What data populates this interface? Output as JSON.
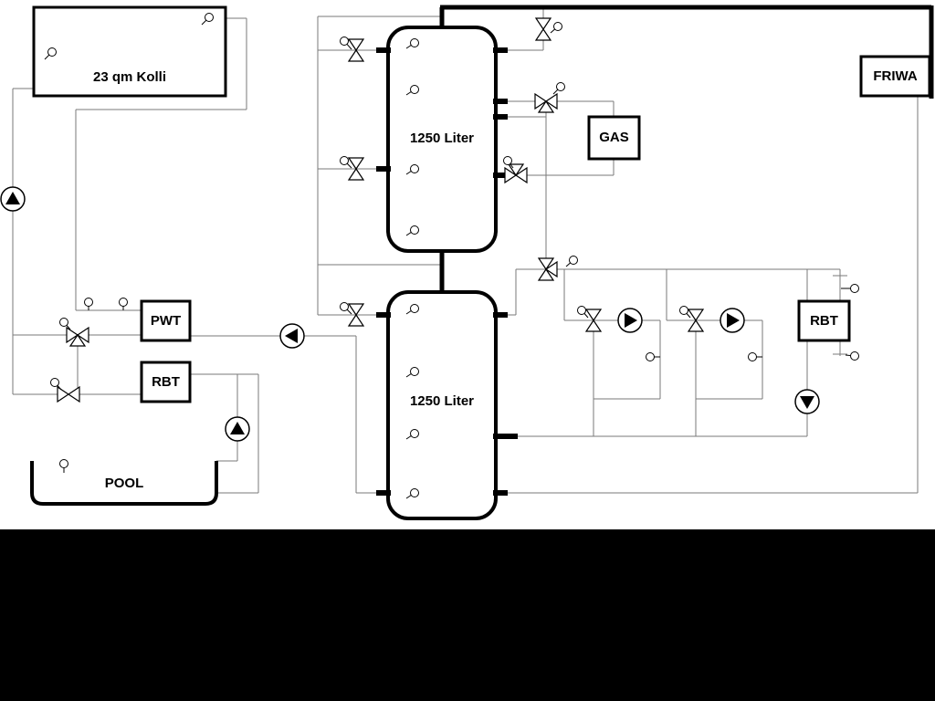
{
  "diagram": {
    "boxes": {
      "collector": "23 qm Kolli",
      "tank_top": "1250 Liter",
      "tank_bottom": "1250 Liter",
      "gas": "GAS",
      "friwa": "FRIWA",
      "pwt": "PWT",
      "rbt_left": "RBT",
      "rbt_right": "RBT",
      "pool": "POOL"
    },
    "icons": {
      "pump": "pump-icon: circle with filled triangle showing flow direction",
      "valve": "valve-icon: bowtie of two hollow triangles",
      "three_way_valve": "three-way-valve-icon: bowtie with third triangle",
      "sensor": "sensor-icon: small circle with stem on pipe"
    },
    "colors": {
      "line": "#7a7a7a",
      "pipe": "#000000",
      "background": "#ffffff",
      "footer": "#000000"
    }
  }
}
